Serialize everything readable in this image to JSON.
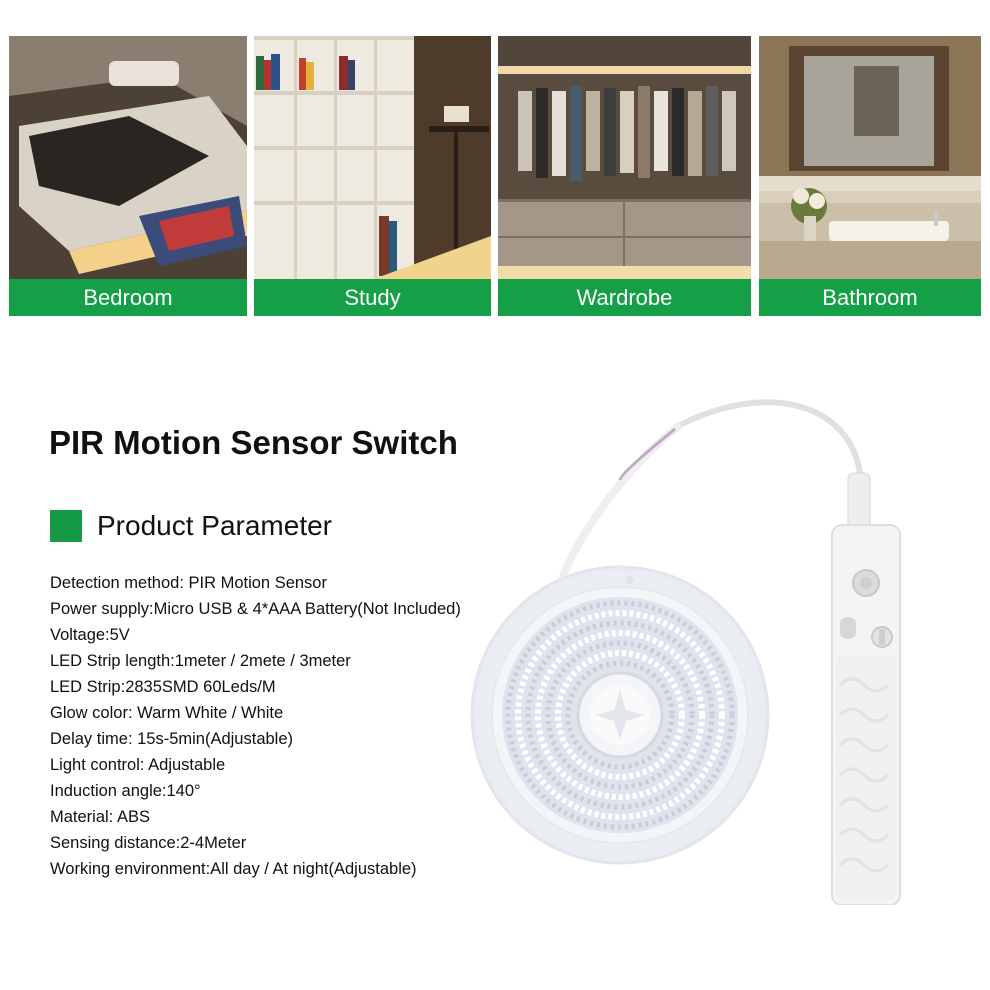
{
  "colors": {
    "label_green": "#15a048",
    "marker_green": "#149a46"
  },
  "scenes": [
    {
      "label": "Bedroom"
    },
    {
      "label": "Study"
    },
    {
      "label": "Wardrobe"
    },
    {
      "label": "Bathroom"
    }
  ],
  "title": "PIR Motion Sensor Switch",
  "section_title": "Product Parameter",
  "parameters": [
    "Detection method: PIR Motion Sensor",
    "Power supply:Micro USB & 4*AAA Battery(Not Included)",
    "Voltage:5V",
    "LED Strip length:1meter / 2mete / 3meter",
    "LED Strip:2835SMD 60Leds/M",
    "Glow color: Warm White / White",
    "Delay time: 15s-5min(Adjustable)",
    "Light control: Adjustable",
    "Induction angle:140°",
    "Material: ABS",
    "Sensing distance:2-4Meter",
    "Working environment:All day / At night(Adjustable)"
  ]
}
